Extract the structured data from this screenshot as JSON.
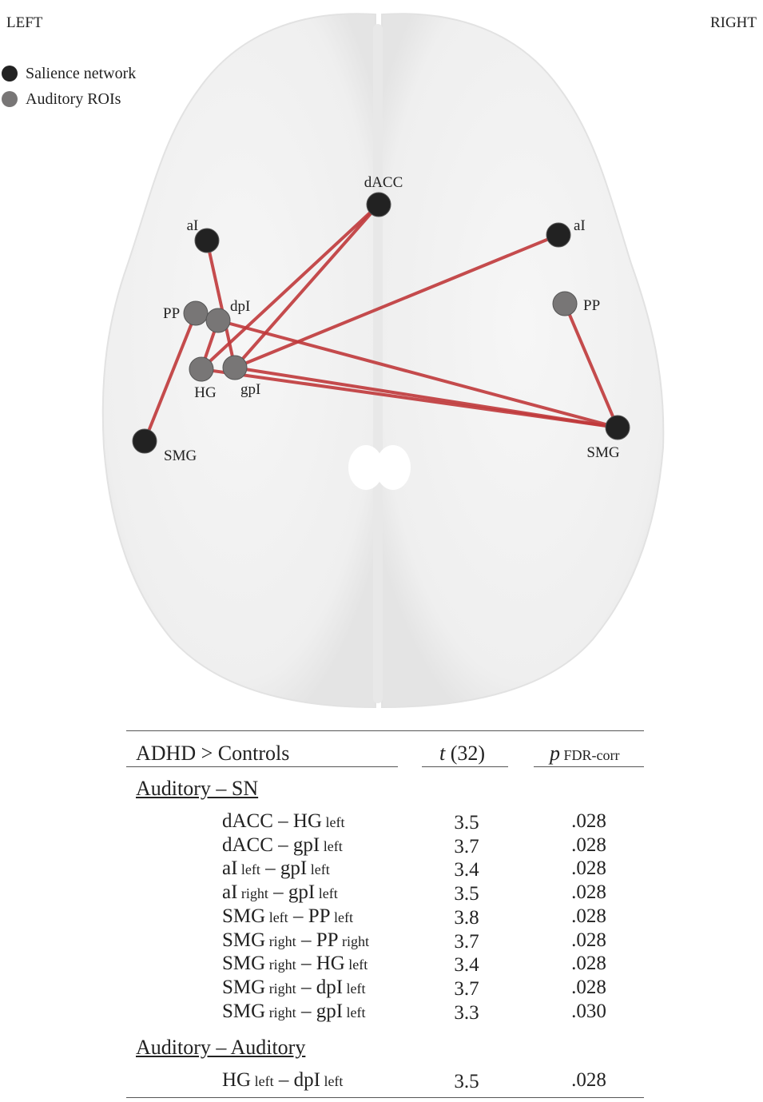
{
  "labels": {
    "left": "LEFT",
    "right": "RIGHT"
  },
  "legend": [
    {
      "label": "Salience network",
      "color": "#222222"
    },
    {
      "label": "Auditory ROIs",
      "color": "#787676"
    }
  ],
  "nodes": {
    "dACC": {
      "label": "dACC",
      "type": "salience"
    },
    "aI_left": {
      "label": "aI",
      "type": "salience"
    },
    "aI_right": {
      "label": "aI",
      "type": "salience"
    },
    "SMG_left": {
      "label": "SMG",
      "type": "salience"
    },
    "SMG_right": {
      "label": "SMG",
      "type": "salience"
    },
    "PP_left": {
      "label": "PP",
      "type": "auditory"
    },
    "PP_right": {
      "label": "PP",
      "type": "auditory"
    },
    "dpI_left": {
      "label": "dpI",
      "type": "auditory"
    },
    "HG_left": {
      "label": "HG",
      "type": "auditory"
    },
    "gpI_left": {
      "label": "gpI",
      "type": "auditory"
    }
  },
  "colors": {
    "edge": "#c0393b",
    "salience": "#222222",
    "auditory": "#787676"
  },
  "table": {
    "headers": {
      "contrast": "ADHD > Controls",
      "t_italic": "t",
      "t_df": " (32)",
      "p_italic": "p",
      "p_sub": " FDR-corr"
    },
    "section1": "Auditory – SN",
    "section2": "Auditory – Auditory",
    "rows": [
      {
        "a": "dACC",
        "a_side": "",
        "b": "HG",
        "b_side": "left",
        "t": "3.5",
        "p": ".028"
      },
      {
        "a": "dACC",
        "a_side": "",
        "b": "gpI",
        "b_side": "left",
        "t": "3.7",
        "p": ".028"
      },
      {
        "a": "aI",
        "a_side": "left",
        "b": "gpI",
        "b_side": "left",
        "t": "3.4",
        "p": ".028"
      },
      {
        "a": "aI",
        "a_side": "right",
        "b": "gpI",
        "b_side": "left",
        "t": "3.5",
        "p": ".028"
      },
      {
        "a": "SMG",
        "a_side": "left",
        "b": "PP",
        "b_side": "left",
        "t": "3.8",
        "p": ".028"
      },
      {
        "a": "SMG",
        "a_side": "right",
        "b": "PP",
        "b_side": "right",
        "t": "3.7",
        "p": ".028"
      },
      {
        "a": "SMG",
        "a_side": "right",
        "b": "HG",
        "b_side": "left",
        "t": "3.4",
        "p": ".028"
      },
      {
        "a": "SMG",
        "a_side": "right",
        "b": "dpI",
        "b_side": "left",
        "t": "3.7",
        "p": ".028"
      },
      {
        "a": "SMG",
        "a_side": "right",
        "b": "gpI",
        "b_side": "left",
        "t": "3.3",
        "p": ".030"
      }
    ],
    "rows2": [
      {
        "a": "HG",
        "a_side": "left",
        "b": "dpI",
        "b_side": "left",
        "t": "3.5",
        "p": ".028"
      }
    ]
  }
}
